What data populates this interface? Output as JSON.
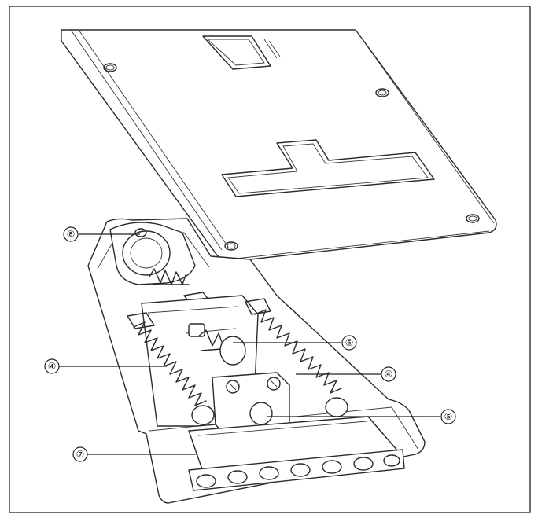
{
  "callouts": [
    {
      "label": "⑧"
    },
    {
      "label": "⑥"
    },
    {
      "label": "④"
    },
    {
      "label": "④"
    },
    {
      "label": "⑤"
    },
    {
      "label": "⑦"
    }
  ]
}
